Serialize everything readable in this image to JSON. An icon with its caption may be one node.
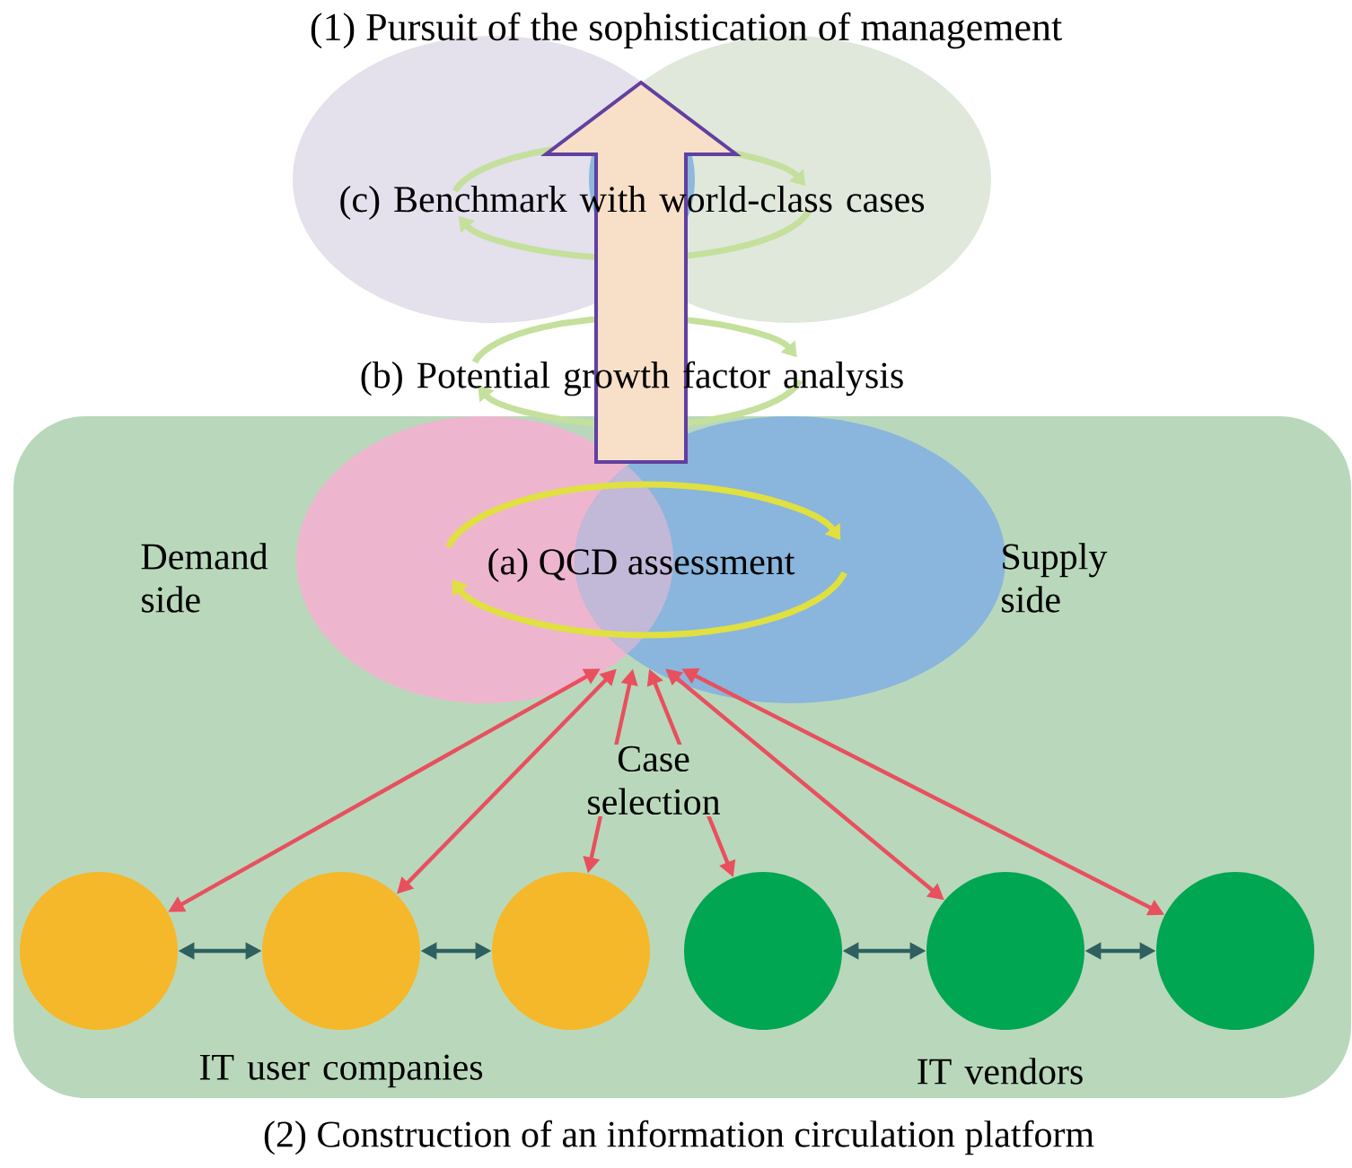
{
  "diagram": {
    "title": "(1) Pursuit of the sophistication of management",
    "caption": "(2) Construction of an information circulation platform",
    "nodes": [
      {
        "text": [],
        "shape": "box"
      },
      {
        "text": [
          "(a) QCD assessment"
        ],
        "in": 0
      },
      {
        "text": [],
        "shape": "circle",
        "in": 0
      },
      {
        "text": [],
        "shape": "circle",
        "in": 0
      },
      {
        "text": [],
        "shape": "circle",
        "in": 0
      },
      {
        "text": [],
        "shape": "circle",
        "in": 0
      },
      {
        "text": [],
        "shape": "circle",
        "in": 0
      },
      {
        "text": [],
        "shape": "circle",
        "in": 0
      }
    ],
    "edges": [
      {
        "from": 2,
        "to": 1,
        "arrow": "both"
      },
      {
        "from": 3,
        "to": 1,
        "arrow": "both"
      },
      {
        "from": 4,
        "to": 1,
        "arrow": "both"
      },
      {
        "from": 5,
        "to": 1,
        "arrow": "both"
      },
      {
        "from": 6,
        "to": 1,
        "arrow": "both"
      },
      {
        "from": 7,
        "to": 1,
        "arrow": "both"
      },
      {
        "from": 2,
        "to": 3,
        "arrow": "both",
        "color": "#2e6060"
      },
      {
        "from": 3,
        "to": 4,
        "arrow": "both",
        "color": "#2e6060"
      },
      {
        "from": 5,
        "to": 6,
        "arrow": "both",
        "color": "#2e6060"
      },
      {
        "from": 6,
        "to": 7,
        "arrow": "both",
        "color": "#2e6060"
      },
      {
        "from": 1,
        "to": null,
        "arrow": "to",
        "style": "thick",
        "color": "#6040a0"
      }
    ],
    "labels": [
      "(c) Benchmark with world-class cases",
      "(b) Potential growth factor analysis",
      "Demand side",
      "Supply side",
      "Case selection",
      "IT user companies",
      "IT vendors"
    ]
  }
}
